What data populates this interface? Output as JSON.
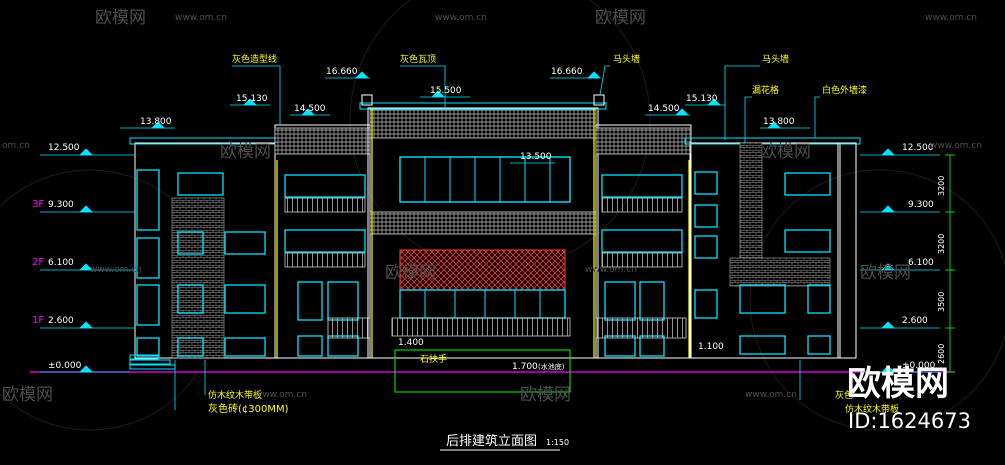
{
  "drawing": {
    "title": "后排建筑立面图",
    "scale": "1:150"
  },
  "annotations": {
    "gray_molding": "灰色造型线",
    "gray_tile_roof": "灰色瓦顶",
    "horse_head_wall_1": "马头墙",
    "horse_head_wall_2": "马头墙",
    "lattice_window": "漏花格",
    "white_exterior_paint": "白色外墙漆",
    "stone_handrail": "石扶手",
    "wood_grain_plank": "仿木纹木带板",
    "gray_brick": "灰色砖(¢300MM)",
    "right_bottom_1": "灰色",
    "right_bottom_2": "仿木纹木带板"
  },
  "elevations": {
    "left_12_500": "12.500",
    "left_9_300": "9.300",
    "left_6_100": "6.100",
    "left_2_600": "2.600",
    "left_0_000": "±0.000",
    "left_13_800": "13.800",
    "left_15_130": "15.130",
    "left_14_500": "14.500",
    "left_16_660": "16.660",
    "center_15_500": "15.500",
    "center_13_500": "13.500",
    "right_16_660": "16.660",
    "right_14_500": "14.500",
    "right_15_130": "15.130",
    "right_13_800": "13.800",
    "right_12_500": "12.500",
    "right_9_300": "9.300",
    "right_6_100": "6.100",
    "right_2_600": "2.600",
    "right_0_000": "±0.000",
    "base_1_400": "1.400",
    "base_1_700": "1.700",
    "base_1_700_note": "(水池底)",
    "base_1_100": "1.100"
  },
  "floors": {
    "f3": "3F",
    "f2": "2F",
    "f1": "1F"
  },
  "dimensions": {
    "d1": "3200",
    "d2": "3200",
    "d3": "3500",
    "d4": "2600"
  },
  "watermark": {
    "brand": "欧模网",
    "url": "www.om.cn",
    "url_left": "om.cn",
    "big_brand": "欧模网",
    "id": "ID:1624673"
  },
  "colors": {
    "background": "#000000",
    "cyan": "#00e5ff",
    "yellow": "#ffff00",
    "white": "#ffffff",
    "green": "#00ff00",
    "red": "#ff3333",
    "magenta": "#ff00ff"
  }
}
